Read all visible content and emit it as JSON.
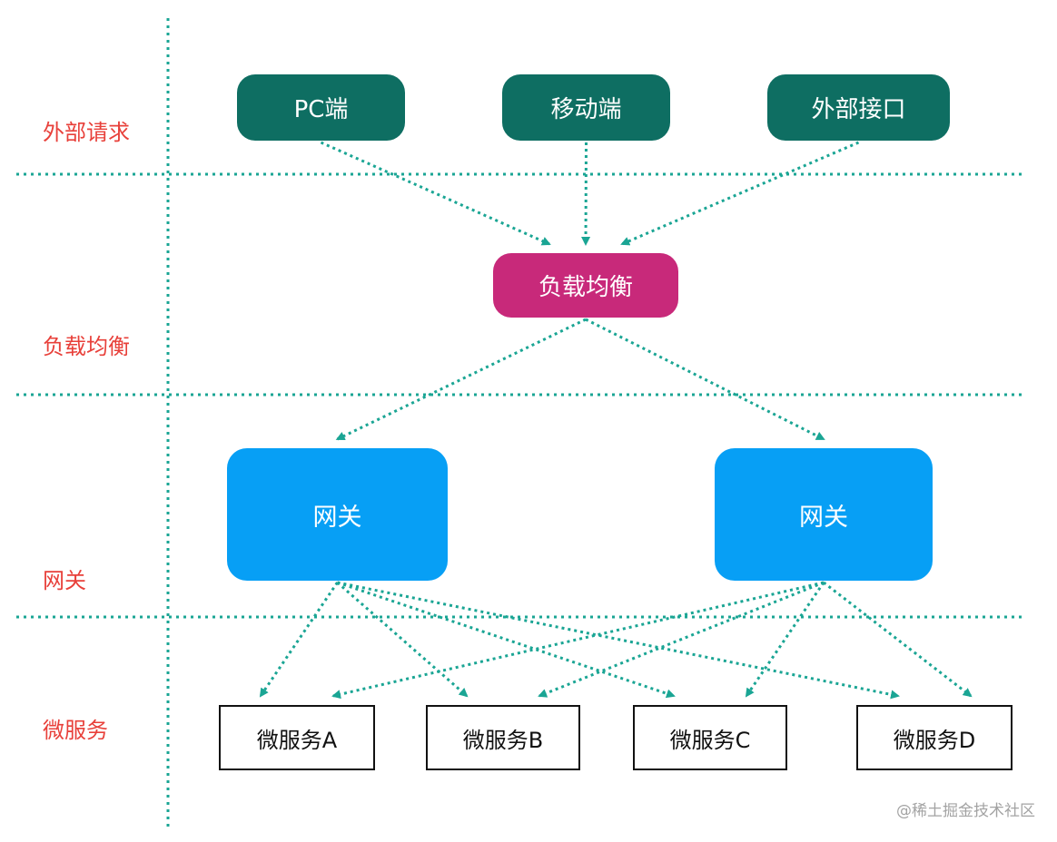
{
  "layers": [
    {
      "id": "external",
      "label": "外部请求"
    },
    {
      "id": "load-balancer",
      "label": "负载均衡"
    },
    {
      "id": "gateway",
      "label": "网关"
    },
    {
      "id": "microservice",
      "label": "微服务"
    }
  ],
  "nodes": {
    "pc": {
      "label": "PC端"
    },
    "mobile": {
      "label": "移动端"
    },
    "external_api": {
      "label": "外部接口"
    },
    "lb": {
      "label": "负载均衡"
    },
    "gateway_1": {
      "label": "网关"
    },
    "gateway_2": {
      "label": "网关"
    },
    "svc_a": {
      "label": "微服务A"
    },
    "svc_b": {
      "label": "微服务B"
    },
    "svc_c": {
      "label": "微服务C"
    },
    "svc_d": {
      "label": "微服务D"
    }
  },
  "edges": [
    {
      "from": "pc",
      "to": "lb"
    },
    {
      "from": "mobile",
      "to": "lb"
    },
    {
      "from": "external_api",
      "to": "lb"
    },
    {
      "from": "lb",
      "to": "gateway_1"
    },
    {
      "from": "lb",
      "to": "gateway_2"
    },
    {
      "from": "gateway_1",
      "to": "svc_a"
    },
    {
      "from": "gateway_1",
      "to": "svc_b"
    },
    {
      "from": "gateway_1",
      "to": "svc_c"
    },
    {
      "from": "gateway_1",
      "to": "svc_d"
    },
    {
      "from": "gateway_2",
      "to": "svc_a"
    },
    {
      "from": "gateway_2",
      "to": "svc_b"
    },
    {
      "from": "gateway_2",
      "to": "svc_c"
    },
    {
      "from": "gateway_2",
      "to": "svc_d"
    }
  ],
  "colors": {
    "client": "#0e6e62",
    "load_balancer": "#c8297a",
    "gateway": "#079ff5",
    "layer_label": "#e8403a",
    "divider": "#1aa594",
    "arrow": "#1aa594"
  },
  "watermark": "@稀土掘金技术社区"
}
